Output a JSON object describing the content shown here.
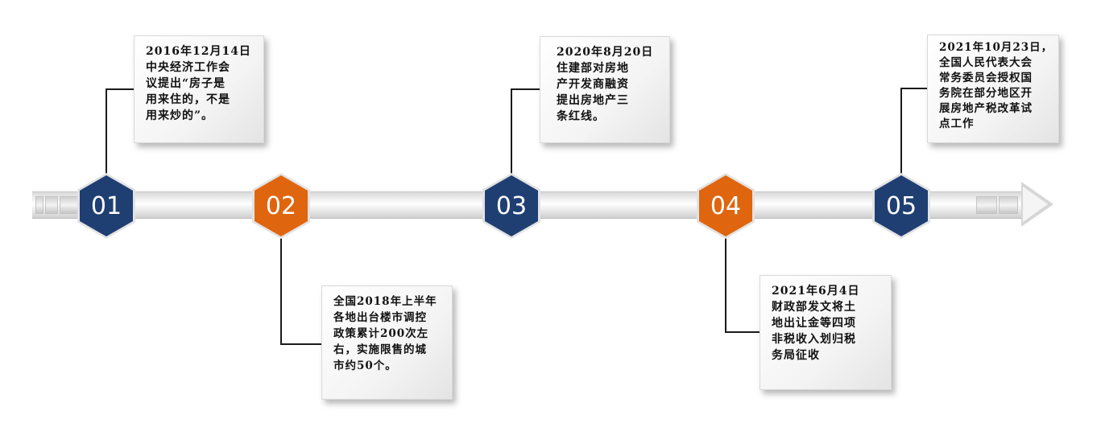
{
  "milestones": [
    {
      "number": "01",
      "color": "#1f3f73",
      "lines": [
        "2016年12月14日",
        "中央经济工作会",
        "议提出“房子是",
        "用来住的，不是",
        "用来炒的”。"
      ]
    },
    {
      "number": "02",
      "color": "#e0650f",
      "lines": [
        "全国2018年上半年",
        "各地出台楼市调控",
        "政策累计200次左",
        "右，实施限售的城",
        "市约50个。"
      ]
    },
    {
      "number": "03",
      "color": "#1f3f73",
      "lines": [
        "2020年8月20日",
        "住建部对房地",
        "产开发商融资",
        "提出房地产三",
        "条红线。"
      ]
    },
    {
      "number": "04",
      "color": "#e0650f",
      "lines": [
        "2021年6月4日",
        "财政部发文将土",
        "地出让金等四项",
        "非税收入划归税",
        "务局征收"
      ]
    },
    {
      "number": "05",
      "color": "#1f3f73",
      "lines": [
        "2021年10月23日，",
        "全国人民代表大会",
        "常务委员会授权国",
        "务院在部分地区开",
        "展房地产税改革试",
        "点工作"
      ]
    }
  ]
}
